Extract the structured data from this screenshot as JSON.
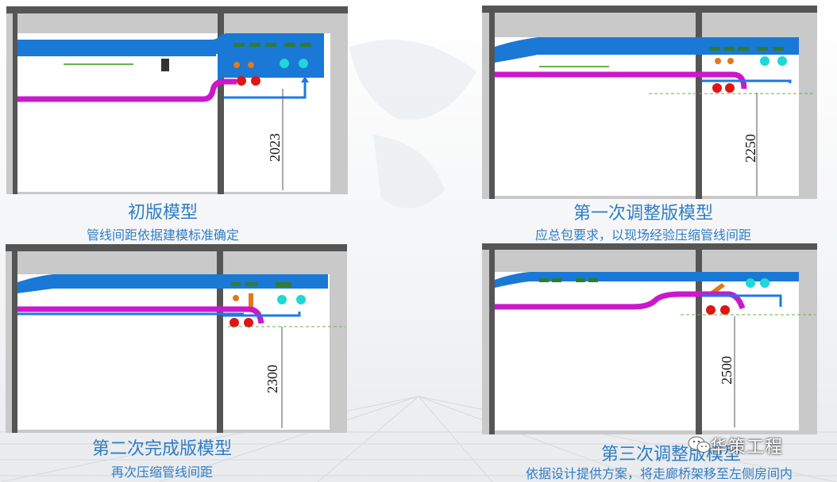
{
  "panels": [
    {
      "title": "初版模型",
      "subtitle": "管线间距依据建模标准确定",
      "dimension": "2023"
    },
    {
      "title": "第一次调整版模型",
      "subtitle": "应总包要求，以现场经验压缩管线间距",
      "dimension": "2250"
    },
    {
      "title": "第二次完成版模型",
      "subtitle": "再次压缩管线间距",
      "dimension": "2300"
    },
    {
      "title": "第三次调整版模型",
      "subtitle": "依据设计提供方案，将走廊桥架移至左侧房间内",
      "dimension": "2500"
    }
  ],
  "watermark": {
    "text": "华策工程",
    "icon": "wechat-icon"
  },
  "colors": {
    "caption": "#2f7dc4",
    "pipe_main": "#cc17cc",
    "pipe_blue": "#1e78e6",
    "tray": "#1473d6",
    "red": "#e01515",
    "orange": "#e07a1a",
    "cyan": "#20d6d6",
    "concrete": "#c8c8c8"
  }
}
